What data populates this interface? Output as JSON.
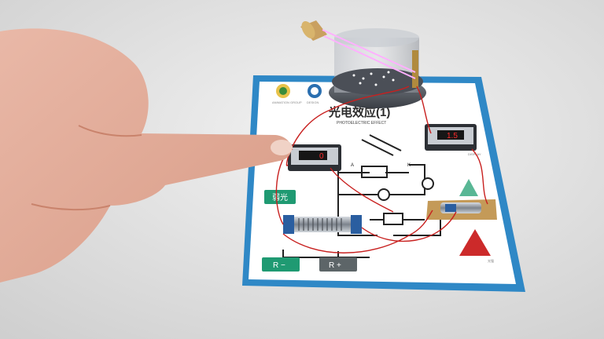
{
  "card": {
    "title": "光电效应(1)",
    "subtitle": "PHOTOELECTRIC EFFECT",
    "header_left": "ANIMATION GROUP",
    "header_mid": "DESIGN",
    "label_weak": "弱光",
    "label_r_minus": "R −",
    "label_r_plus": "R +",
    "node_a": "A",
    "node_k": "K",
    "meter_left_value": "0",
    "meter_right_value": "1.5",
    "small_label_right": "DISPLAY",
    "small_label_triangle": "光强"
  },
  "colors": {
    "card_border": "#2f88c6",
    "button_green": "#1f9a72",
    "button_gray": "#5d6568",
    "wire": "#c8201f",
    "triangle_green": "#2fa57a",
    "triangle_red": "#cc2a2a",
    "beam": "#ffb0ff"
  }
}
